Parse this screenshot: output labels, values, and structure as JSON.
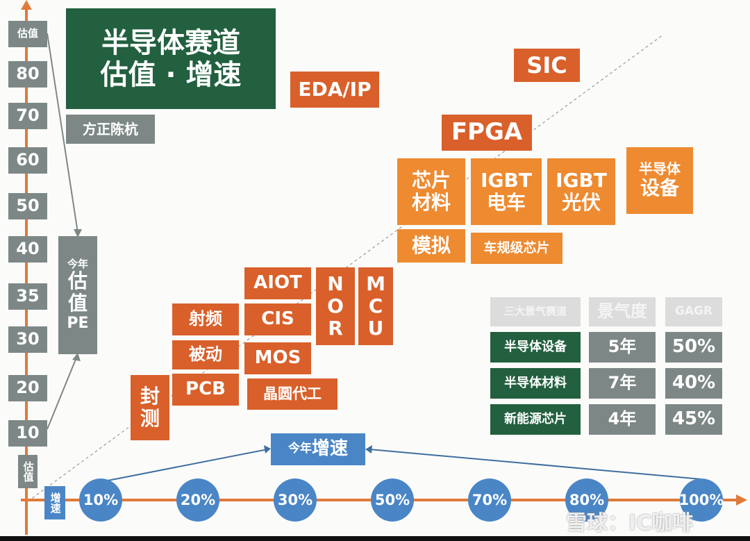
{
  "title": {
    "line1": "半导体赛道",
    "line2": "估值 · 增速"
  },
  "author": "方正陈杭",
  "y_axis": {
    "label_top": "估值",
    "ticks": [
      "80",
      "70",
      "60",
      "50",
      "40",
      "35",
      "30",
      "20",
      "10"
    ],
    "label_bottom": "估值"
  },
  "x_axis": {
    "label": "增速",
    "ticks": [
      "10%",
      "20%",
      "30%",
      "50%",
      "70%",
      "80%",
      "100%"
    ]
  },
  "pe_label": {
    "line1": "今年",
    "line2": "估",
    "line3": "值",
    "line4": "PE"
  },
  "growth_label": {
    "prefix": "今年",
    "main": "增速"
  },
  "sectors": {
    "sic": "SIC",
    "eda": "EDA/IP",
    "fpga": "FPGA",
    "chip_material": {
      "l1": "芯片",
      "l2": "材料"
    },
    "igbt_ev": {
      "l1": "IGBT",
      "l2": "电车"
    },
    "igbt_pv": {
      "l1": "IGBT",
      "l2": "光伏"
    },
    "equipment": {
      "l1": "半导体",
      "l2": "设备"
    },
    "analog": "模拟",
    "auto_chip": "车规级芯片",
    "aiot": "AIOT",
    "nor": [
      "N",
      "O",
      "R"
    ],
    "mcu": [
      "M",
      "C",
      "U"
    ],
    "rf": "射频",
    "cis": "CIS",
    "passive": "被动",
    "mos": "MOS",
    "pcb": "PCB",
    "foundry": "晶圆代工",
    "packaging": {
      "l1": "封",
      "l2": "测"
    }
  },
  "table": {
    "headers": [
      "三大景气赛道",
      "景气度",
      "GAGR"
    ],
    "rows": [
      [
        "半导体设备",
        "5年",
        "50%"
      ],
      [
        "半导体材料",
        "7年",
        "40%"
      ],
      [
        "新能源芯片",
        "4年",
        "45%"
      ]
    ]
  },
  "watermark": "雪球：IC咖啡",
  "colors": {
    "green": "#22603f",
    "dark_orange": "#d9602a",
    "light_orange": "#ee8a30",
    "gray": "#7d8886",
    "blue": "#4a86c6",
    "axis": "#e07a3a"
  }
}
